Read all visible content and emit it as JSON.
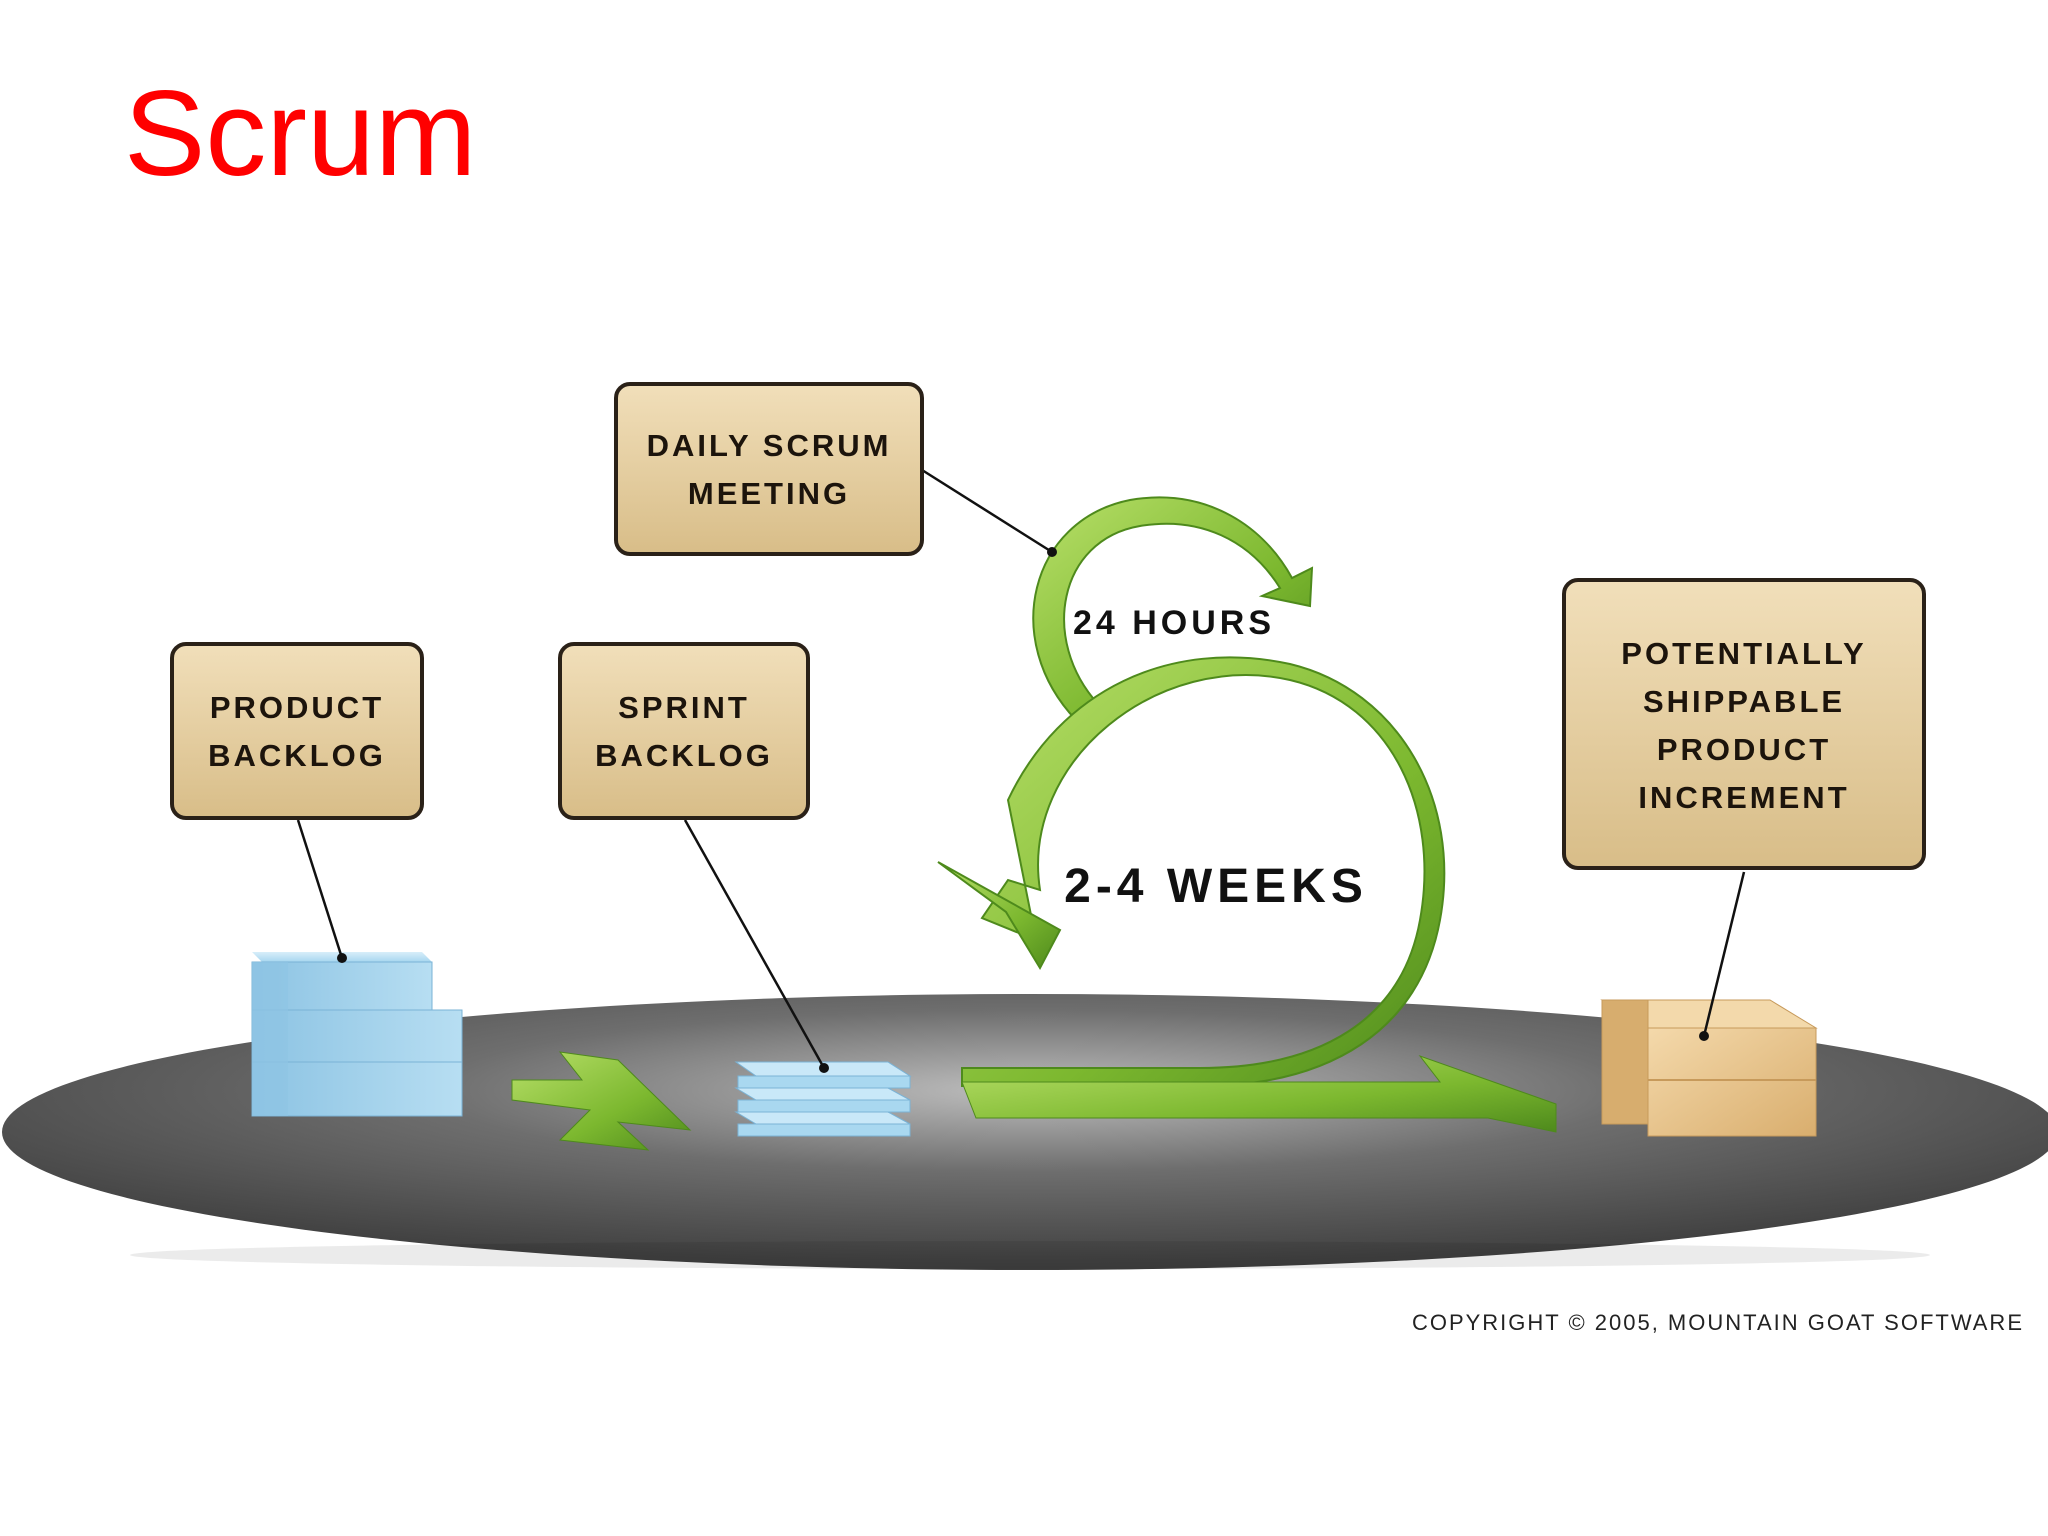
{
  "title": "Scrum",
  "colors": {
    "title": "#ff0000",
    "box_fill": "#e3cc9c",
    "box_border": "#2a2118",
    "arrow_green": "#7cb82f",
    "arrow_green_dark": "#4e8a1c",
    "stack_blue": "#9fd0ec",
    "platform_gray": "#5a5a5a",
    "package_tan": "#e9c895"
  },
  "boxes": {
    "product_backlog": {
      "line1": "PRODUCT",
      "line2": "BACKLOG"
    },
    "sprint_backlog": {
      "line1": "SPRINT",
      "line2": "BACKLOG"
    },
    "daily_scrum": {
      "line1": "DAILY SCRUM",
      "line2": "MEETING"
    },
    "increment": {
      "line1": "POTENTIALLY",
      "line2": "SHIPPABLE",
      "line3": "PRODUCT",
      "line4": "INCREMENT"
    }
  },
  "labels": {
    "daily_cycle": "24 HOURS",
    "sprint_cycle": "2-4 WEEKS"
  },
  "copyright": "COPYRIGHT © 2005, MOUNTAIN GOAT SOFTWARE",
  "icons": [
    "backlog-stack-icon",
    "sprint-backlog-stack-icon",
    "package-box-icon",
    "green-flow-arrow-icon",
    "loop-arrow-icon"
  ]
}
